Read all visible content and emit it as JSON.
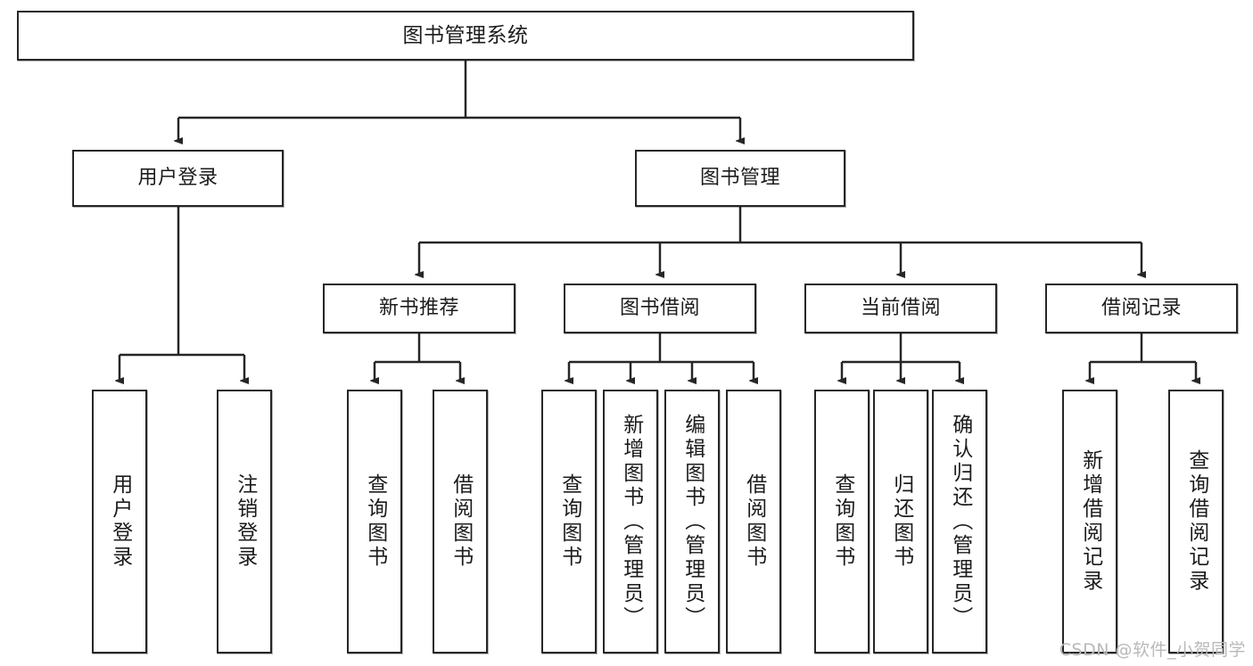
{
  "diagram": {
    "title": "图书管理系统",
    "type": "tree",
    "watermark": "CSDN @软件_小贺同学",
    "colors": {
      "border": "#262626",
      "background": "#ffffff",
      "text": "#1c1c1c",
      "connector": "#262626",
      "watermark": "#b9b9b9"
    },
    "root": {
      "label": "图书管理系统"
    },
    "level2": [
      {
        "label": "用户登录"
      },
      {
        "label": "图书管理"
      }
    ],
    "level3": [
      {
        "label": "新书推荐"
      },
      {
        "label": "图书借阅"
      },
      {
        "label": "当前借阅"
      },
      {
        "label": "借阅记录"
      }
    ],
    "leaves": {
      "user_login": [
        {
          "label": "用户登录"
        },
        {
          "label": "注销登录"
        }
      ],
      "new_book_recommend": [
        {
          "label": "查询图书"
        },
        {
          "label": "借阅图书"
        }
      ],
      "book_borrow": [
        {
          "label": "查询图书"
        },
        {
          "label": "新增图书（管理员）"
        },
        {
          "label": "编辑图书（管理员）"
        },
        {
          "label": "借阅图书"
        }
      ],
      "current_borrow": [
        {
          "label": "查询图书"
        },
        {
          "label": "归还图书"
        },
        {
          "label": "确认归还（管理员）"
        }
      ],
      "borrow_record": [
        {
          "label": "新增借阅记录"
        },
        {
          "label": "查询借阅记录"
        }
      ]
    }
  }
}
